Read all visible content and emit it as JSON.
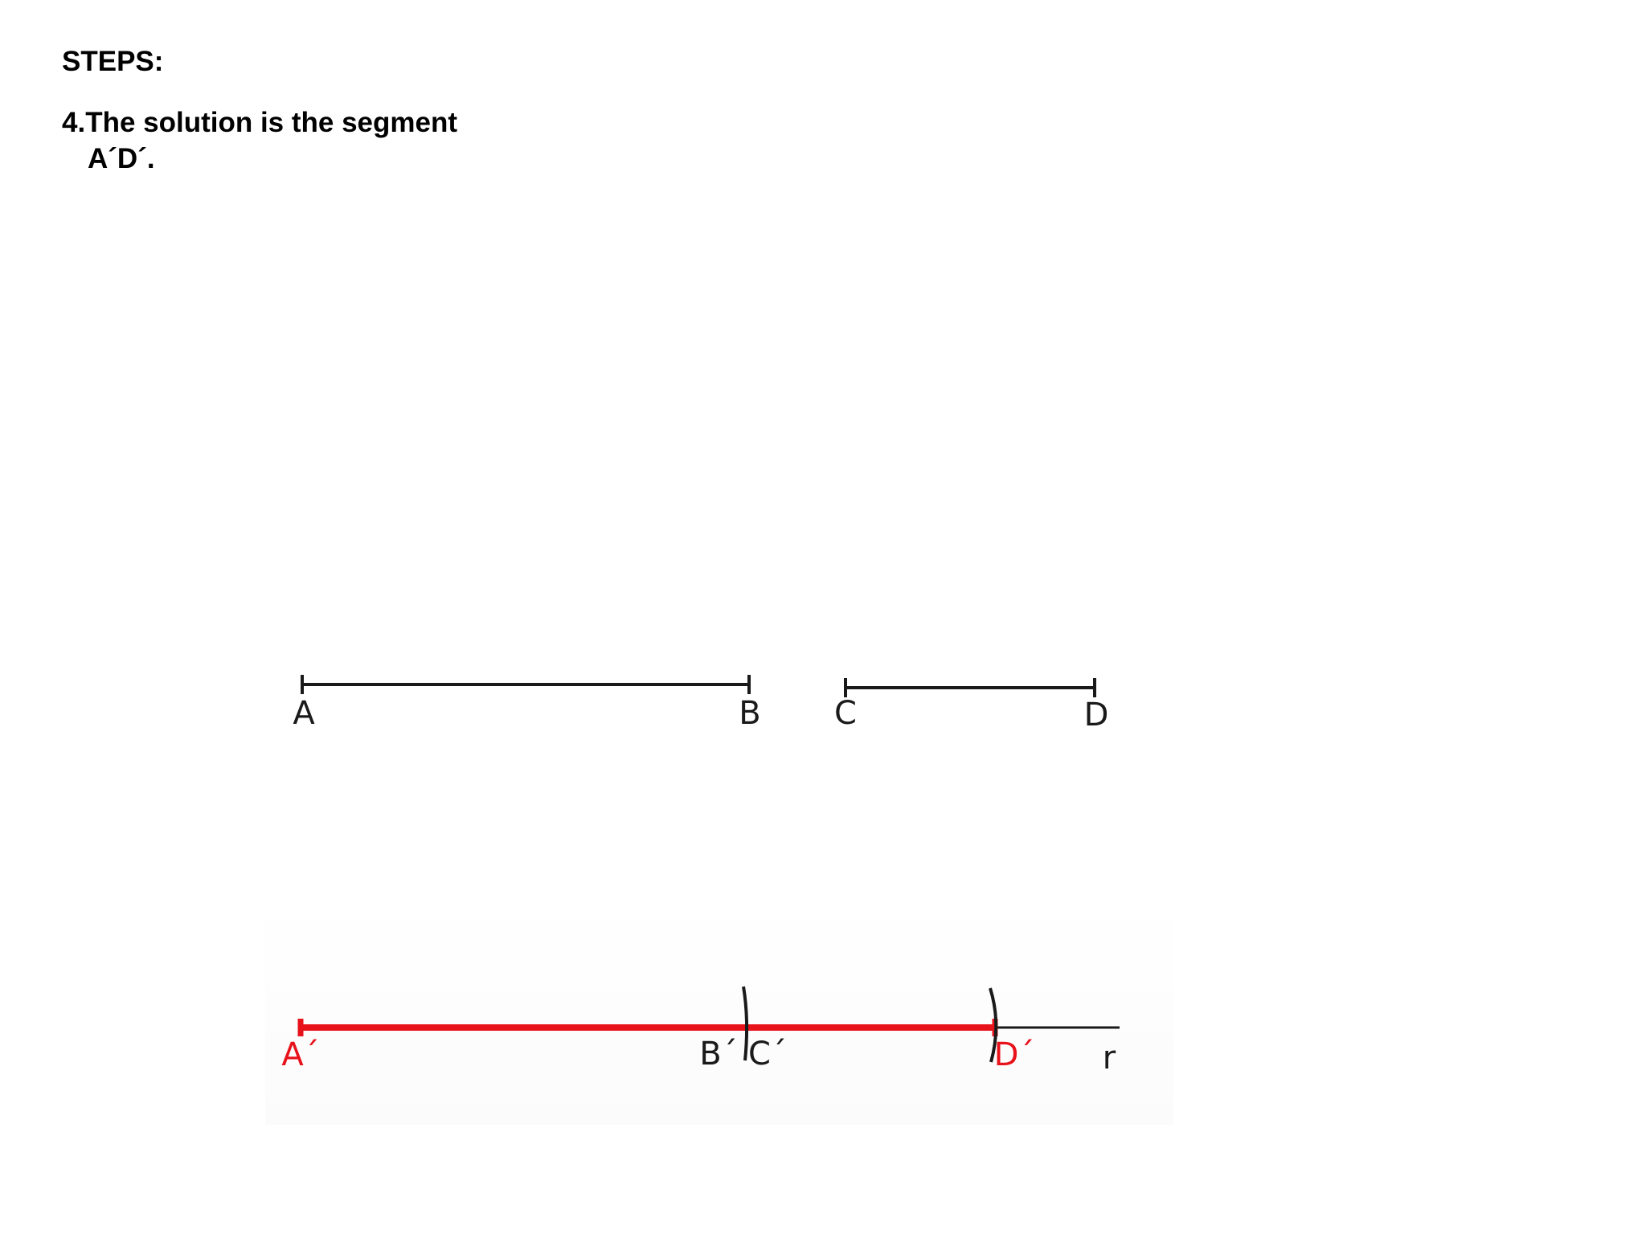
{
  "text": {
    "heading": "STEPS:",
    "step_line1": "4.The solution is the segment",
    "step_line2": "A´D´."
  },
  "diagram": {
    "top_points": {
      "A": "A",
      "B": "B",
      "C": "C",
      "D": "D"
    },
    "bottom_points": {
      "A_prime": "A´",
      "B_prime": "B´",
      "C_prime": "C´",
      "D_prime": "D´",
      "line_r": "r"
    },
    "colors": {
      "construction": "#000000",
      "solution": "#e8121b"
    }
  }
}
